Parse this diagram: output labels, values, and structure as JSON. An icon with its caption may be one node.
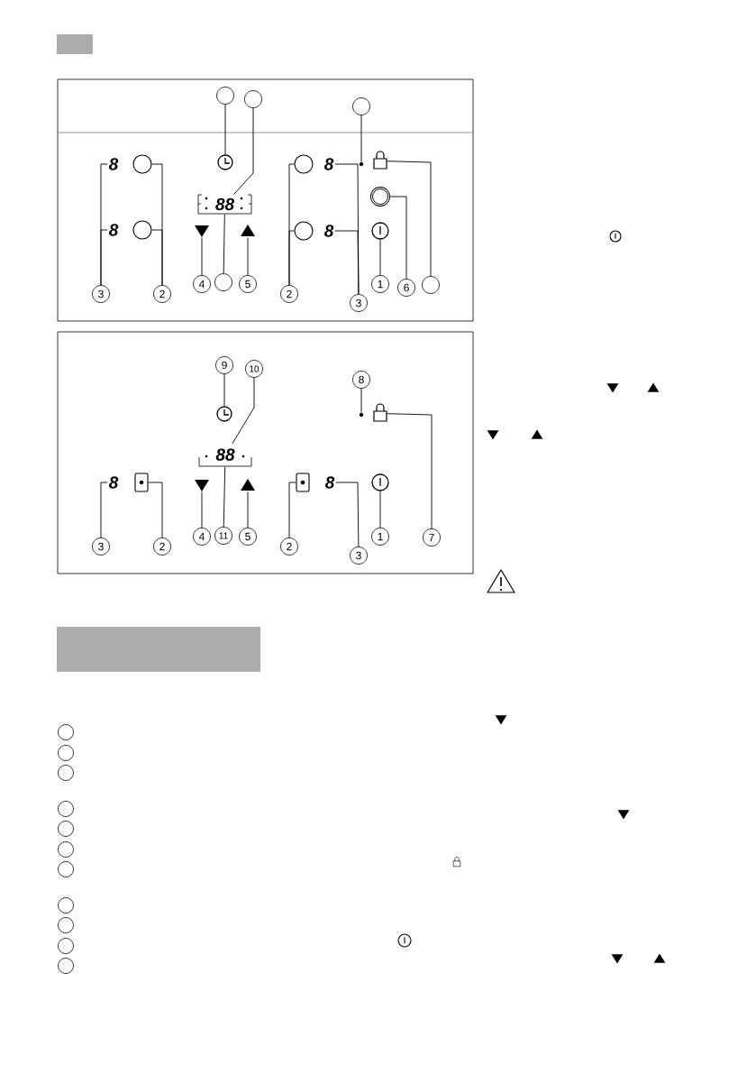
{
  "diagram": {
    "nodes": [
      {
        "text": [],
        "shape": "box"
      },
      {
        "text": [],
        "shape": "circle"
      },
      {
        "text": [],
        "shape": "circle"
      },
      {
        "text": [],
        "shape": "circle"
      },
      {
        "text": [],
        "shape": "clock"
      },
      {
        "text": [
          "8"
        ]
      },
      {
        "text": [],
        "shape": "circle"
      },
      {
        "text": [],
        "shape": "circle"
      },
      {
        "text": [
          "8"
        ]
      },
      {
        "text": [],
        "shape": "dot"
      },
      {
        "text": [],
        "shape": "lock"
      },
      {
        "text": [],
        "shape": "circle"
      },
      {
        "text": [
          "88"
        ]
      },
      {
        "text": [
          "8"
        ]
      },
      {
        "text": [],
        "shape": "circle"
      },
      {
        "text": [],
        "shape": "triangle"
      },
      {
        "text": [],
        "shape": "triangle"
      },
      {
        "text": [],
        "shape": "circle"
      },
      {
        "text": [
          "8"
        ]
      },
      {
        "text": [],
        "shape": "power"
      },
      {
        "text": [
          "3"
        ]
      },
      {
        "text": [
          "2"
        ]
      },
      {
        "text": [
          "4"
        ]
      },
      {
        "text": [],
        "shape": "circle"
      },
      {
        "text": [
          "5"
        ]
      },
      {
        "text": [
          "2"
        ]
      },
      {
        "text": [
          "3"
        ]
      },
      {
        "text": [
          "1"
        ]
      },
      {
        "text": [
          "6"
        ]
      },
      {
        "text": [],
        "shape": "circle"
      },
      {
        "text": [
          "9"
        ]
      },
      {
        "text": [
          "10"
        ]
      },
      {
        "text": [
          "8"
        ]
      },
      {
        "text": [],
        "shape": "clock"
      },
      {
        "text": [],
        "shape": "dot"
      },
      {
        "text": [],
        "shape": "lock"
      },
      {
        "text": [
          "88"
        ]
      },
      {
        "text": [
          "8"
        ]
      },
      {
        "text": [],
        "shape": "box"
      },
      {
        "text": [],
        "shape": "triangle"
      },
      {
        "text": [],
        "shape": "triangle"
      },
      {
        "text": [],
        "shape": "box"
      },
      {
        "text": [
          "8"
        ]
      },
      {
        "text": [],
        "shape": "power"
      },
      {
        "text": [
          "3"
        ]
      },
      {
        "text": [
          "2"
        ]
      },
      {
        "text": [
          "4"
        ]
      },
      {
        "text": [
          "11"
        ]
      },
      {
        "text": [
          "5"
        ]
      },
      {
        "text": [
          "2"
        ]
      },
      {
        "text": [
          "3"
        ]
      },
      {
        "text": [
          "1"
        ]
      },
      {
        "text": [
          "7"
        ]
      },
      {
        "text": [],
        "shape": "box"
      },
      {
        "text": [],
        "shape": "circle"
      },
      {
        "text": [],
        "shape": "circle"
      },
      {
        "text": [],
        "shape": "circle"
      },
      {
        "text": [],
        "shape": "circle"
      },
      {
        "text": [],
        "shape": "circle"
      },
      {
        "text": [],
        "shape": "circle"
      },
      {
        "text": [],
        "shape": "circle"
      },
      {
        "text": [],
        "shape": "circle"
      },
      {
        "text": [],
        "shape": "circle"
      },
      {
        "text": [],
        "shape": "circle"
      },
      {
        "text": [],
        "shape": "circle"
      }
    ],
    "edges": [
      {
        "from": 1,
        "to": 4,
        "arrow": "none"
      },
      {
        "from": 2,
        "to": 12,
        "arrow": "none"
      },
      {
        "from": 3,
        "to": 9,
        "arrow": "none"
      },
      {
        "from": 20,
        "to": 5,
        "arrow": "none"
      },
      {
        "from": 20,
        "to": 13,
        "arrow": "none"
      },
      {
        "from": 21,
        "to": 6,
        "arrow": "none"
      },
      {
        "from": 21,
        "to": 14,
        "arrow": "none"
      },
      {
        "from": 22,
        "to": 15,
        "arrow": "none"
      },
      {
        "from": 23,
        "to": 12,
        "arrow": "none"
      },
      {
        "from": 24,
        "to": 16,
        "arrow": "none"
      },
      {
        "from": 25,
        "to": 7,
        "arrow": "none"
      },
      {
        "from": 25,
        "to": 17,
        "arrow": "none"
      },
      {
        "from": 26,
        "to": 8,
        "arrow": "none"
      },
      {
        "from": 26,
        "to": 18,
        "arrow": "none"
      },
      {
        "from": 27,
        "to": 19,
        "arrow": "none"
      },
      {
        "from": 28,
        "to": 11,
        "arrow": "none"
      },
      {
        "from": 29,
        "to": 10,
        "arrow": "none"
      },
      {
        "from": 30,
        "to": 33,
        "arrow": "none"
      },
      {
        "from": 31,
        "to": 36,
        "arrow": "none"
      },
      {
        "from": 32,
        "to": 34,
        "arrow": "none"
      },
      {
        "from": 44,
        "to": 37,
        "arrow": "none"
      },
      {
        "from": 45,
        "to": 38,
        "arrow": "none"
      },
      {
        "from": 46,
        "to": 39,
        "arrow": "none"
      },
      {
        "from": 47,
        "to": 36,
        "arrow": "none"
      },
      {
        "from": 48,
        "to": 40,
        "arrow": "none"
      },
      {
        "from": 49,
        "to": 41,
        "arrow": "none"
      },
      {
        "from": 50,
        "to": 42,
        "arrow": "none"
      },
      {
        "from": 51,
        "to": 43,
        "arrow": "none"
      },
      {
        "from": 52,
        "to": 35,
        "arrow": "none"
      }
    ]
  }
}
